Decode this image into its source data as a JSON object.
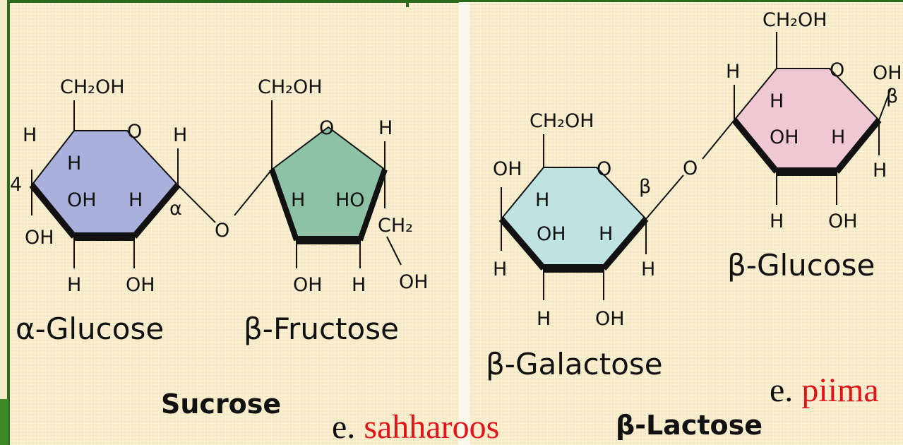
{
  "sucrose": {
    "name": "Sucrose",
    "glucose": {
      "name": "α-Glucose",
      "atoms": {
        "ch2oh": "CH₂OH",
        "ring_o": "O",
        "h_left": "H",
        "num4": "4",
        "h_inner": "H",
        "oh_inner": "OH",
        "h_inner2": "H",
        "h_right": "H",
        "alpha": "α",
        "oh_left": "OH",
        "h_bottom": "H",
        "oh_bottom": "OH"
      }
    },
    "bridge_o": "O",
    "fructose": {
      "name": "β-Fructose",
      "atoms": {
        "ch2oh": "CH₂OH",
        "ring_o": "O",
        "h_right": "H",
        "h_inner": "H",
        "ho_inner": "HO",
        "ch2": "CH₂",
        "oh_bottom": "OH",
        "h_bottom": "H",
        "oh_tail": "OH"
      }
    },
    "estonian_prefix": "e.",
    "estonian": "sahharoos"
  },
  "lactose": {
    "name": "β-Lactose",
    "galactose": {
      "name": "β-Galactose",
      "atoms": {
        "ch2oh": "CH₂OH",
        "oh_left": "OH",
        "ring_o": "O",
        "beta": "β",
        "h_inner": "H",
        "oh_inner": "OH",
        "h_inner2": "H",
        "h_left": "H",
        "h_right": "H",
        "h_bottom": "H",
        "oh_bottom": "OH"
      }
    },
    "bridge_o": "O",
    "glucose": {
      "name": "β-Glucose",
      "atoms": {
        "ch2oh": "CH₂OH",
        "h_left": "H",
        "ring_o": "O",
        "oh_right": "OH",
        "beta": "β",
        "h_inner": "H",
        "oh_inner": "OH",
        "h_inner2": "H",
        "h_right": "H",
        "h_bottom": "H",
        "oh_bottom": "OH"
      }
    },
    "estonian_prefix": "e.",
    "estonian": "piima"
  },
  "colors": {
    "glucose_ring": "#aab0dc",
    "fructose_ring": "#8ec2a6",
    "galactose_ring": "#bfe3e0",
    "beta_glucose_ring": "#f0c8d4",
    "accent_green": "#2a6a1a",
    "note_red": "#e0141a"
  }
}
